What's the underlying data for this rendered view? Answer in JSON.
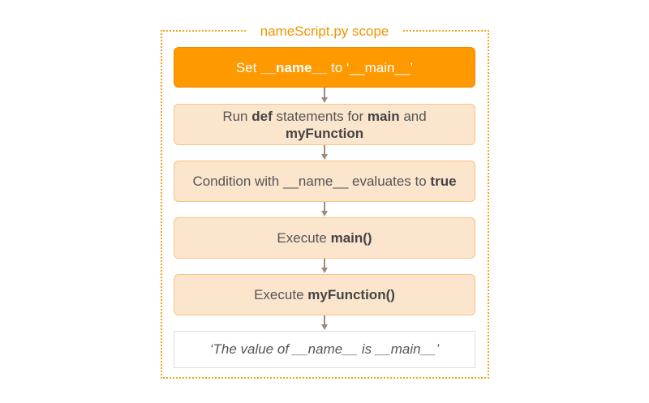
{
  "scope": {
    "title": "nameScript.py scope"
  },
  "steps": [
    {
      "pre": "Set ",
      "bold": "__name__",
      "post": " to ‘__main__’"
    },
    {
      "pre": "Run ",
      "bold": "def",
      "mid": " statements for ",
      "bold2": "main",
      "mid2": " and ",
      "bold3": "myFunction"
    },
    {
      "pre": "Condition with __name__ evaluates to ",
      "bold": "true"
    },
    {
      "pre": "Execute ",
      "bold": "main()"
    },
    {
      "pre": "Execute ",
      "bold": "myFunction()"
    }
  ],
  "result": {
    "text": "‘The value of __name__ is __main__’"
  },
  "colors": {
    "accent": "#ff9900",
    "step_fill": "#fce5cd",
    "border": "#f5a31a",
    "arrow": "#9e8a77"
  }
}
